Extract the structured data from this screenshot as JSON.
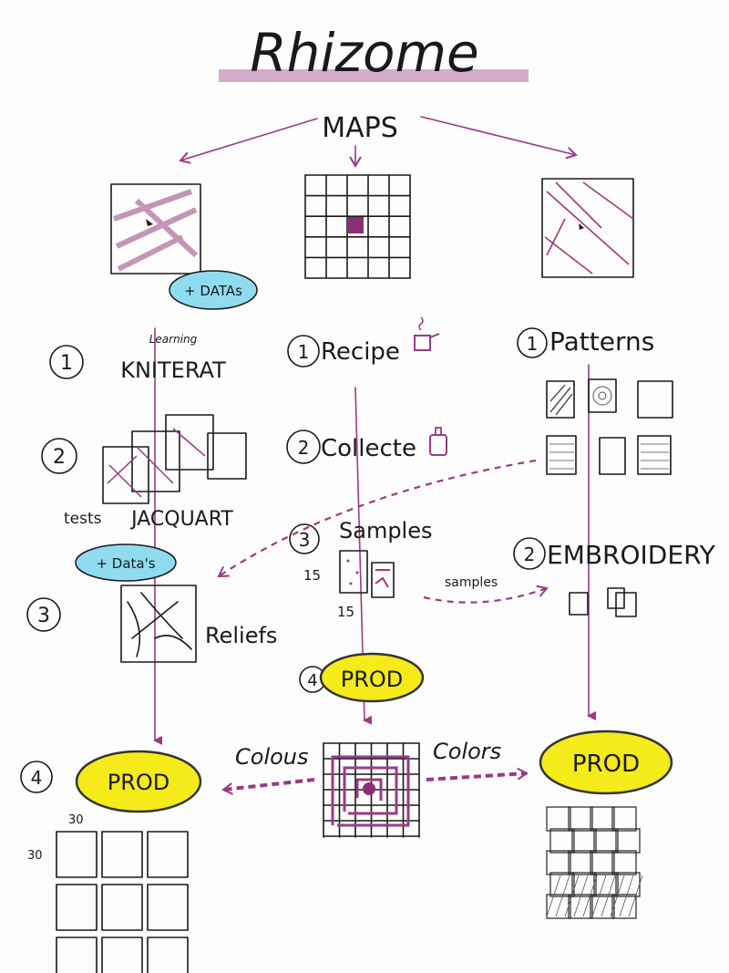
{
  "title": "Rhizome",
  "root": "MAPS",
  "colors": {
    "accent": "#9b3a85",
    "highlight": "#f5ea1a",
    "data": "#5cc8e8"
  },
  "left_map_badge": "+ DATAs",
  "columns": {
    "left": {
      "steps": [
        {
          "num": "1",
          "note": "Learning",
          "label": "KNITERAT"
        },
        {
          "num": "2",
          "note": "tests",
          "label": "JACQUART"
        },
        {
          "num": "3",
          "badge": "+ Data's",
          "label": "Reliefs"
        },
        {
          "num": "4",
          "label": "PROD"
        }
      ],
      "dimensions": {
        "width": "30",
        "height": "30"
      }
    },
    "middle": {
      "steps": [
        {
          "num": "1",
          "label": "Recipe"
        },
        {
          "num": "2",
          "label": "Collecte"
        },
        {
          "num": "3",
          "label": "Samples",
          "size_w": "15",
          "size_h": "15"
        },
        {
          "num": "4",
          "label": "PROD"
        }
      ],
      "arrow_left_label": "Colous",
      "arrow_right_label": "Colors",
      "samples_link_label": "samples"
    },
    "right": {
      "steps": [
        {
          "num": "1",
          "label": "Patterns"
        },
        {
          "num": "2",
          "label": "EMBROIDERY"
        }
      ],
      "prod_label": "PROD"
    }
  }
}
